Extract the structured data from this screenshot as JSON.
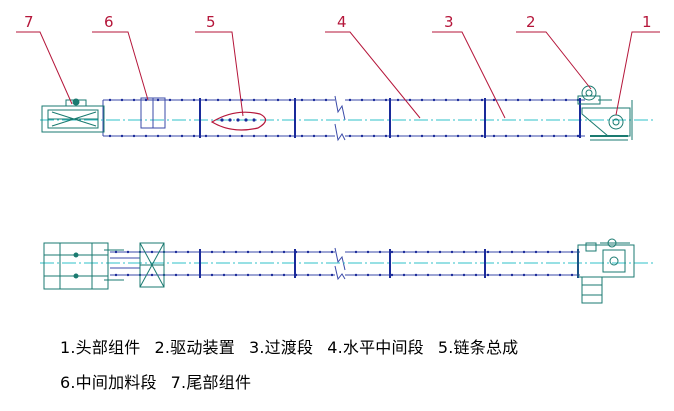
{
  "callouts": [
    {
      "number": "7"
    },
    {
      "number": "6"
    },
    {
      "number": "5"
    },
    {
      "number": "4"
    },
    {
      "number": "3"
    },
    {
      "number": "2"
    },
    {
      "number": "1"
    }
  ],
  "legend": {
    "row1": [
      "1.头部组件",
      "2.驱动装置",
      "3.过渡段",
      "4.水平中间段",
      "5.链条总成"
    ],
    "row2": [
      "6.中间加料段",
      "7.尾部组件"
    ]
  },
  "colors": {
    "callout": "#b5163a",
    "outline": "#3a4aa8",
    "centerline": "#2fc0c8",
    "flange": "#1a2a9a",
    "parts": "#1a7a70"
  }
}
